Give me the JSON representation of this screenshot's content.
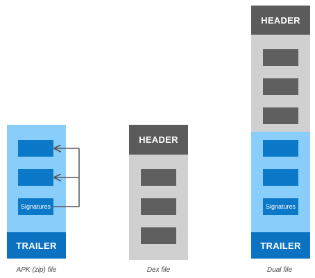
{
  "apk": {
    "trailer_label": "TRAILER",
    "signatures_label": "Signatures",
    "caption": "APK (zip) file"
  },
  "dex": {
    "header_label": "HEADER",
    "caption": "Dex file"
  },
  "dual": {
    "header_label": "HEADER",
    "signatures_label": "Signatures",
    "trailer_label": "TRAILER",
    "caption": "Dual file"
  },
  "colors": {
    "light_blue": "#89cdfa",
    "blue": "#0c78c8",
    "trailer_blue": "#0a72c0",
    "gray_light": "#d0d0d0",
    "gray_dark": "#5f5f5f",
    "header_gray": "#5b5b5b"
  }
}
